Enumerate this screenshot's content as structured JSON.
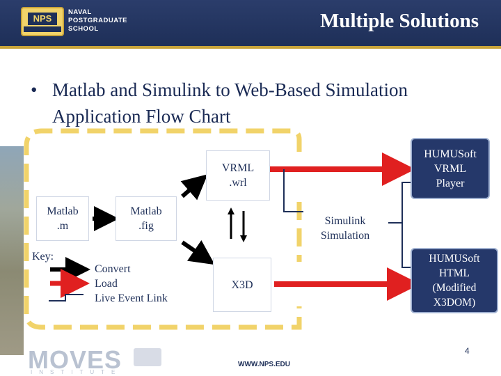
{
  "slide": {
    "title": "Multiple Solutions",
    "bullet_glyph": "•",
    "bullet_text": "Matlab and Simulink to Web-Based Simulation Application Flow Chart",
    "page_number": "4"
  },
  "branding": {
    "logo_seal_text": "NPS",
    "logo_text_lines": [
      "NAVAL",
      "POSTGRADUATE",
      "SCHOOL"
    ],
    "footer_logo_text": "MOVES",
    "footer_logo_subtext": "INSTITUTE",
    "footer_url": "WWW.NPS.EDU"
  },
  "diagram": {
    "nodes": {
      "matlab_m": "Matlab\n.m",
      "matlab_fig": "Matlab\n.fig",
      "vrml_wrl": "VRML\n.wrl",
      "x3d": "X3D",
      "simulink": "Simulink\nSimulation",
      "humusoft_vrml": "HUMUSoft\nVRML\nPlayer",
      "humusoft_html": "HUMUSoft\nHTML\n(Modified\nX3DOM)"
    },
    "key": {
      "title": "Key:",
      "convert": "Convert",
      "load": "Load",
      "live_event_link": "Live Event Link"
    }
  },
  "colors": {
    "header_navy": "#1e2f58",
    "accent_gold": "#f1d36a",
    "node_navy": "#25386a",
    "load_red": "#e02020",
    "convert_black": "#000000",
    "dashed_border": "#f1d36a"
  },
  "icons": {
    "convert_arrow": "black-arrow-icon",
    "load_arrow": "red-arrow-icon",
    "live_link": "bracket-line-icon"
  }
}
